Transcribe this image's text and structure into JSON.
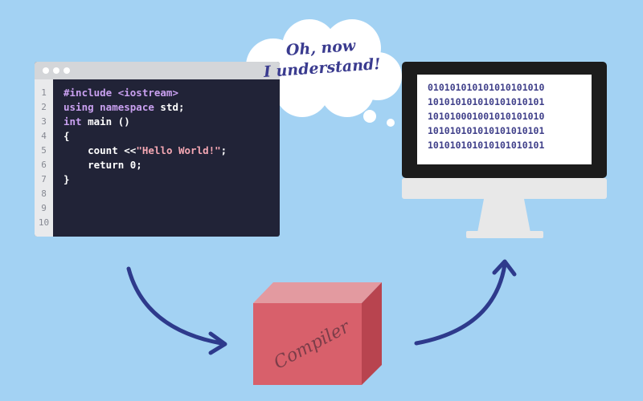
{
  "editor": {
    "line_numbers": [
      "1",
      "2",
      "3",
      "4",
      "5",
      "6",
      "7",
      "8",
      "9",
      "10"
    ],
    "lines": [
      [
        {
          "t": "#include <iostream>",
          "c": "#c9a0f0"
        }
      ],
      [
        {
          "t": "using namespace ",
          "c": "#c9a0f0"
        },
        {
          "t": "std;",
          "c": "#ffffff"
        }
      ],
      [
        {
          "t": "int ",
          "c": "#c9a0f0"
        },
        {
          "t": "main ()",
          "c": "#ffffff"
        }
      ],
      [
        {
          "t": "{",
          "c": "#ffffff"
        }
      ],
      [
        {
          "t": "    count <<",
          "c": "#ffffff"
        },
        {
          "t": "\"Hello World!\"",
          "c": "#f4a7b3"
        },
        {
          "t": ";",
          "c": "#ffffff"
        }
      ],
      [
        {
          "t": "    return 0;",
          "c": "#ffffff"
        }
      ],
      [
        {
          "t": "}",
          "c": "#ffffff"
        }
      ]
    ]
  },
  "thought_bubble": {
    "line1": "Oh, now",
    "line2": "I understand!"
  },
  "monitor": {
    "binary_lines": [
      "010101010101010101010",
      "101010101010101010101",
      "101010001001010101010",
      "101010101010101010101",
      "101010101010101010101"
    ]
  },
  "compiler": {
    "label": "Compiler"
  },
  "colors": {
    "background": "#a3d2f3",
    "arrow": "#2e3a8c",
    "box_front": "#d8606b",
    "box_top": "#e39aa0",
    "box_side": "#b8444f",
    "editor_bg": "#212337",
    "monitor_frame": "#1c1c1c"
  }
}
